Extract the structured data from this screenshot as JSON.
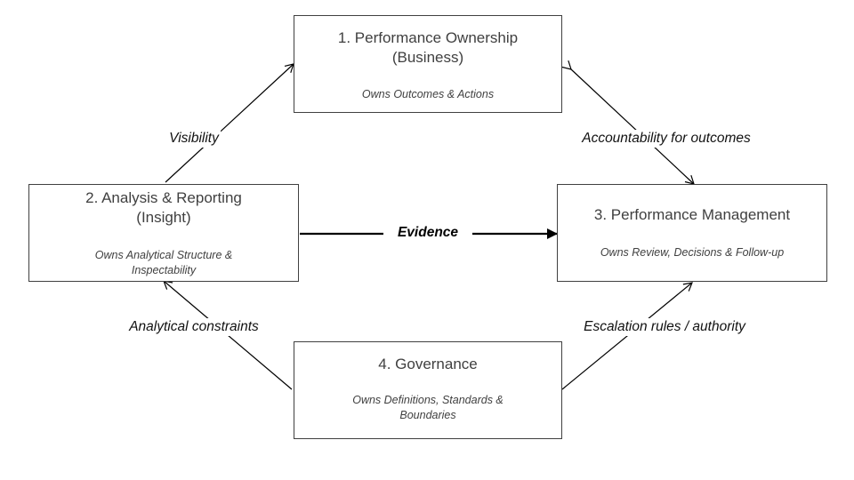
{
  "nodes": {
    "ownership": {
      "title": "1. Performance Ownership\n(Business)",
      "subtitle": "Owns Outcomes & Actions"
    },
    "analysis": {
      "title": "2. Analysis & Reporting\n(Insight)",
      "subtitle": "Owns Analytical Structure &\nInspectability"
    },
    "management": {
      "title": "3. Performance Management",
      "subtitle": "Owns Review, Decisions & Follow-up"
    },
    "governance": {
      "title": "4. Governance",
      "subtitle": "Owns Definitions, Standards &\nBoundaries"
    }
  },
  "edges": {
    "visibility": "Visibility",
    "accountability": "Accountability for outcomes",
    "evidence": "Evidence",
    "analytical_constraints": "Analytical constraints",
    "escalation": "Escalation rules / authority"
  },
  "colors": {
    "box_border": "#404040",
    "line": "#000000",
    "text": "#404040"
  }
}
